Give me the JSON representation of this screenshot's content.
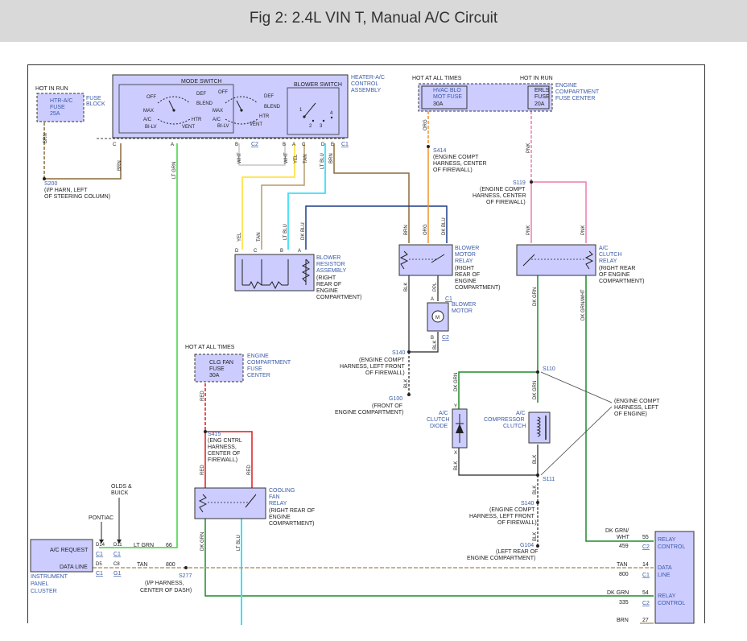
{
  "page": {
    "title": "Fig 2: 2.4L VIN T, Manual A/C Circuit"
  },
  "labels": {
    "hot_run": "HOT IN RUN",
    "hot_always_1": "HOT AT ALL TIMES",
    "hot_run_2": "HOT IN RUN",
    "hot_always_2": "HOT AT ALL TIMES",
    "htr_fuse": [
      "HTR-A/C",
      "FUSE",
      "25A"
    ],
    "fuse_block": [
      "FUSE",
      "BLOCK"
    ],
    "hvac_fuse": [
      "HVAC BLO",
      "MOT FUSE",
      "30A"
    ],
    "erls_fuse": [
      "ERLS",
      "FUSE",
      "20A"
    ],
    "eng_fuse_center": [
      "ENGINE",
      "COMPARTMENT",
      "FUSE CENTER"
    ],
    "heater_assembly": [
      "HEATER-A/C",
      "CONTROL",
      "ASSEMBLY"
    ],
    "mode_switch": "MODE SWITCH",
    "blower_switch": "BLOWER SWITCH",
    "mode_left": [
      "OFF",
      "MAX",
      "A/C",
      "BI-LV",
      "VENT",
      "DEF",
      "BLEND",
      "HTR"
    ],
    "mode_right": [
      "OFF",
      "DEF",
      "BLEND",
      "MAX",
      "HTR",
      "A/C",
      "BI-LV",
      "VENT"
    ],
    "pins_heater": [
      "C",
      "A",
      "B",
      "C2",
      "B",
      "A",
      "C",
      "D",
      "E",
      "C1"
    ],
    "bs_pins": [
      "1",
      "2",
      "3",
      "4"
    ],
    "s200": [
      "S200",
      "(I/P HARN, LEFT",
      "OF STEERING COLUMN)"
    ],
    "s414": [
      "S414",
      "(ENGINE COMPT",
      "HARNESS, CENTER",
      "OF FIREWALL)"
    ],
    "s119": [
      "S119",
      "(ENGINE COMPT",
      "HARNESS, CENTER",
      "OF FIREWALL)"
    ],
    "blower_resistor": [
      "BLOWER",
      "RESISTOR",
      "ASSEMBLY",
      "(RIGHT",
      "REAR OF",
      "ENGINE",
      "COMPARTMENT)"
    ],
    "br_pins": [
      "D",
      "C",
      "B",
      "A"
    ],
    "blower_relay": [
      "BLOWER",
      "MOTOR",
      "RELAY",
      "(RIGHT",
      "REAR OF",
      "ENGINE",
      "COMPARTMENT)"
    ],
    "ac_relay": [
      "A/C",
      "CLUTCH",
      "RELAY",
      "(RIGHT REAR",
      "OF ENGINE",
      "COMPARTMENT)"
    ],
    "blower_motor": [
      "BLOWER",
      "MOTOR"
    ],
    "motor_pins": [
      "A",
      "C1",
      "B",
      "C2"
    ],
    "s140a": [
      "S140",
      "(ENGINE COMPT",
      "HARNESS, LEFT FRONT",
      "OF FIREWALL)"
    ],
    "g100": [
      "G100",
      "(FRONT OF",
      "ENGINE COMPARTMENT)"
    ],
    "clg_fuse": [
      "CLG FAN",
      "FUSE",
      "30A"
    ],
    "clg_center": [
      "ENGINE",
      "COMPARTMENT",
      "FUSE",
      "CENTER"
    ],
    "s415": [
      "S415",
      "(ENG CNTRL",
      "HARNESS,",
      "CENTER OF",
      "FIREWALL)"
    ],
    "cooling_relay": [
      "COOLING",
      "FAN",
      "RELAY",
      "(RIGHT REAR OF",
      "ENGINE",
      "COMPARTMENT)"
    ],
    "s110": "S110",
    "s111": "S111",
    "eng_left": [
      "(ENGINE COMPT",
      "HARNESS, LEFT",
      "OF ENGINE)"
    ],
    "diode": [
      "A/C",
      "CLUTCH",
      "DIODE"
    ],
    "diode_pins": [
      "Y",
      "X"
    ],
    "compressor": [
      "A/C",
      "COMPRESSOR",
      "CLUTCH"
    ],
    "s140b": [
      "S140",
      "(ENGINE COMPT",
      "HARNESS, LEFT FRONT",
      "OF FIREWALL)"
    ],
    "g104": [
      "G104",
      "(LEFT REAR OF",
      "ENGINE COMPARTMENT)"
    ],
    "olds": [
      "OLDS &",
      "BUICK"
    ],
    "pontiac": "PONTIAC",
    "ipc_rows": [
      "A/C REQUEST",
      "DATA LINE"
    ],
    "ipc_name": [
      "INSTRUMENT",
      "PANEL",
      "CLUSTER"
    ],
    "ipc_pins": [
      "D14",
      "D11",
      "C1",
      "C1",
      "D5",
      "C8",
      "C1",
      "G1"
    ],
    "s277": [
      "S277",
      "(I/P HARNESS,",
      "CENTER OF DASH)"
    ],
    "pcm_relay": [
      "RELAY",
      "CONTROL"
    ],
    "pcm_data": [
      "DATA",
      "LINE"
    ],
    "pcm_relay2": [
      "RELAY",
      "CONTROL"
    ],
    "pcm_rows": [
      [
        "DK GRN/",
        "WHT",
        "55",
        "459",
        "C2"
      ],
      [
        "TAN",
        "14",
        "800",
        "C1"
      ],
      [
        "DK GRN",
        "54",
        "335",
        "C2"
      ],
      [
        "BRN",
        "27"
      ]
    ],
    "circuit_nums": [
      "66",
      "800",
      "LT GRN",
      "TAN"
    ]
  },
  "wires": {
    "brn": "BRN",
    "ltgrn": "LT GRN",
    "wht": "WHT",
    "yel": "YEL",
    "tan": "TAN",
    "ltblu": "LT BLU",
    "dkblu": "DK BLU",
    "org": "ORG",
    "pnk": "PNK",
    "blk": "BLK",
    "ppl": "PPL",
    "red": "RED",
    "dkgrn": "DK GRN",
    "dkgrnwht": "DK GRN/WHT"
  },
  "colors": {
    "brown": "#8b6b3a",
    "green": "#3ed23e",
    "yellow": "#ffe34a",
    "tan": "#b89a6a",
    "light_blue": "#3fdff5",
    "dark_blue": "#1c3d8c",
    "orange": "#f0922a",
    "pink": "#f07ab0",
    "red": "#e0191c",
    "dark_green": "#1d8c2a",
    "component": "#ccccff",
    "blue_text": "#3a5aa8"
  }
}
